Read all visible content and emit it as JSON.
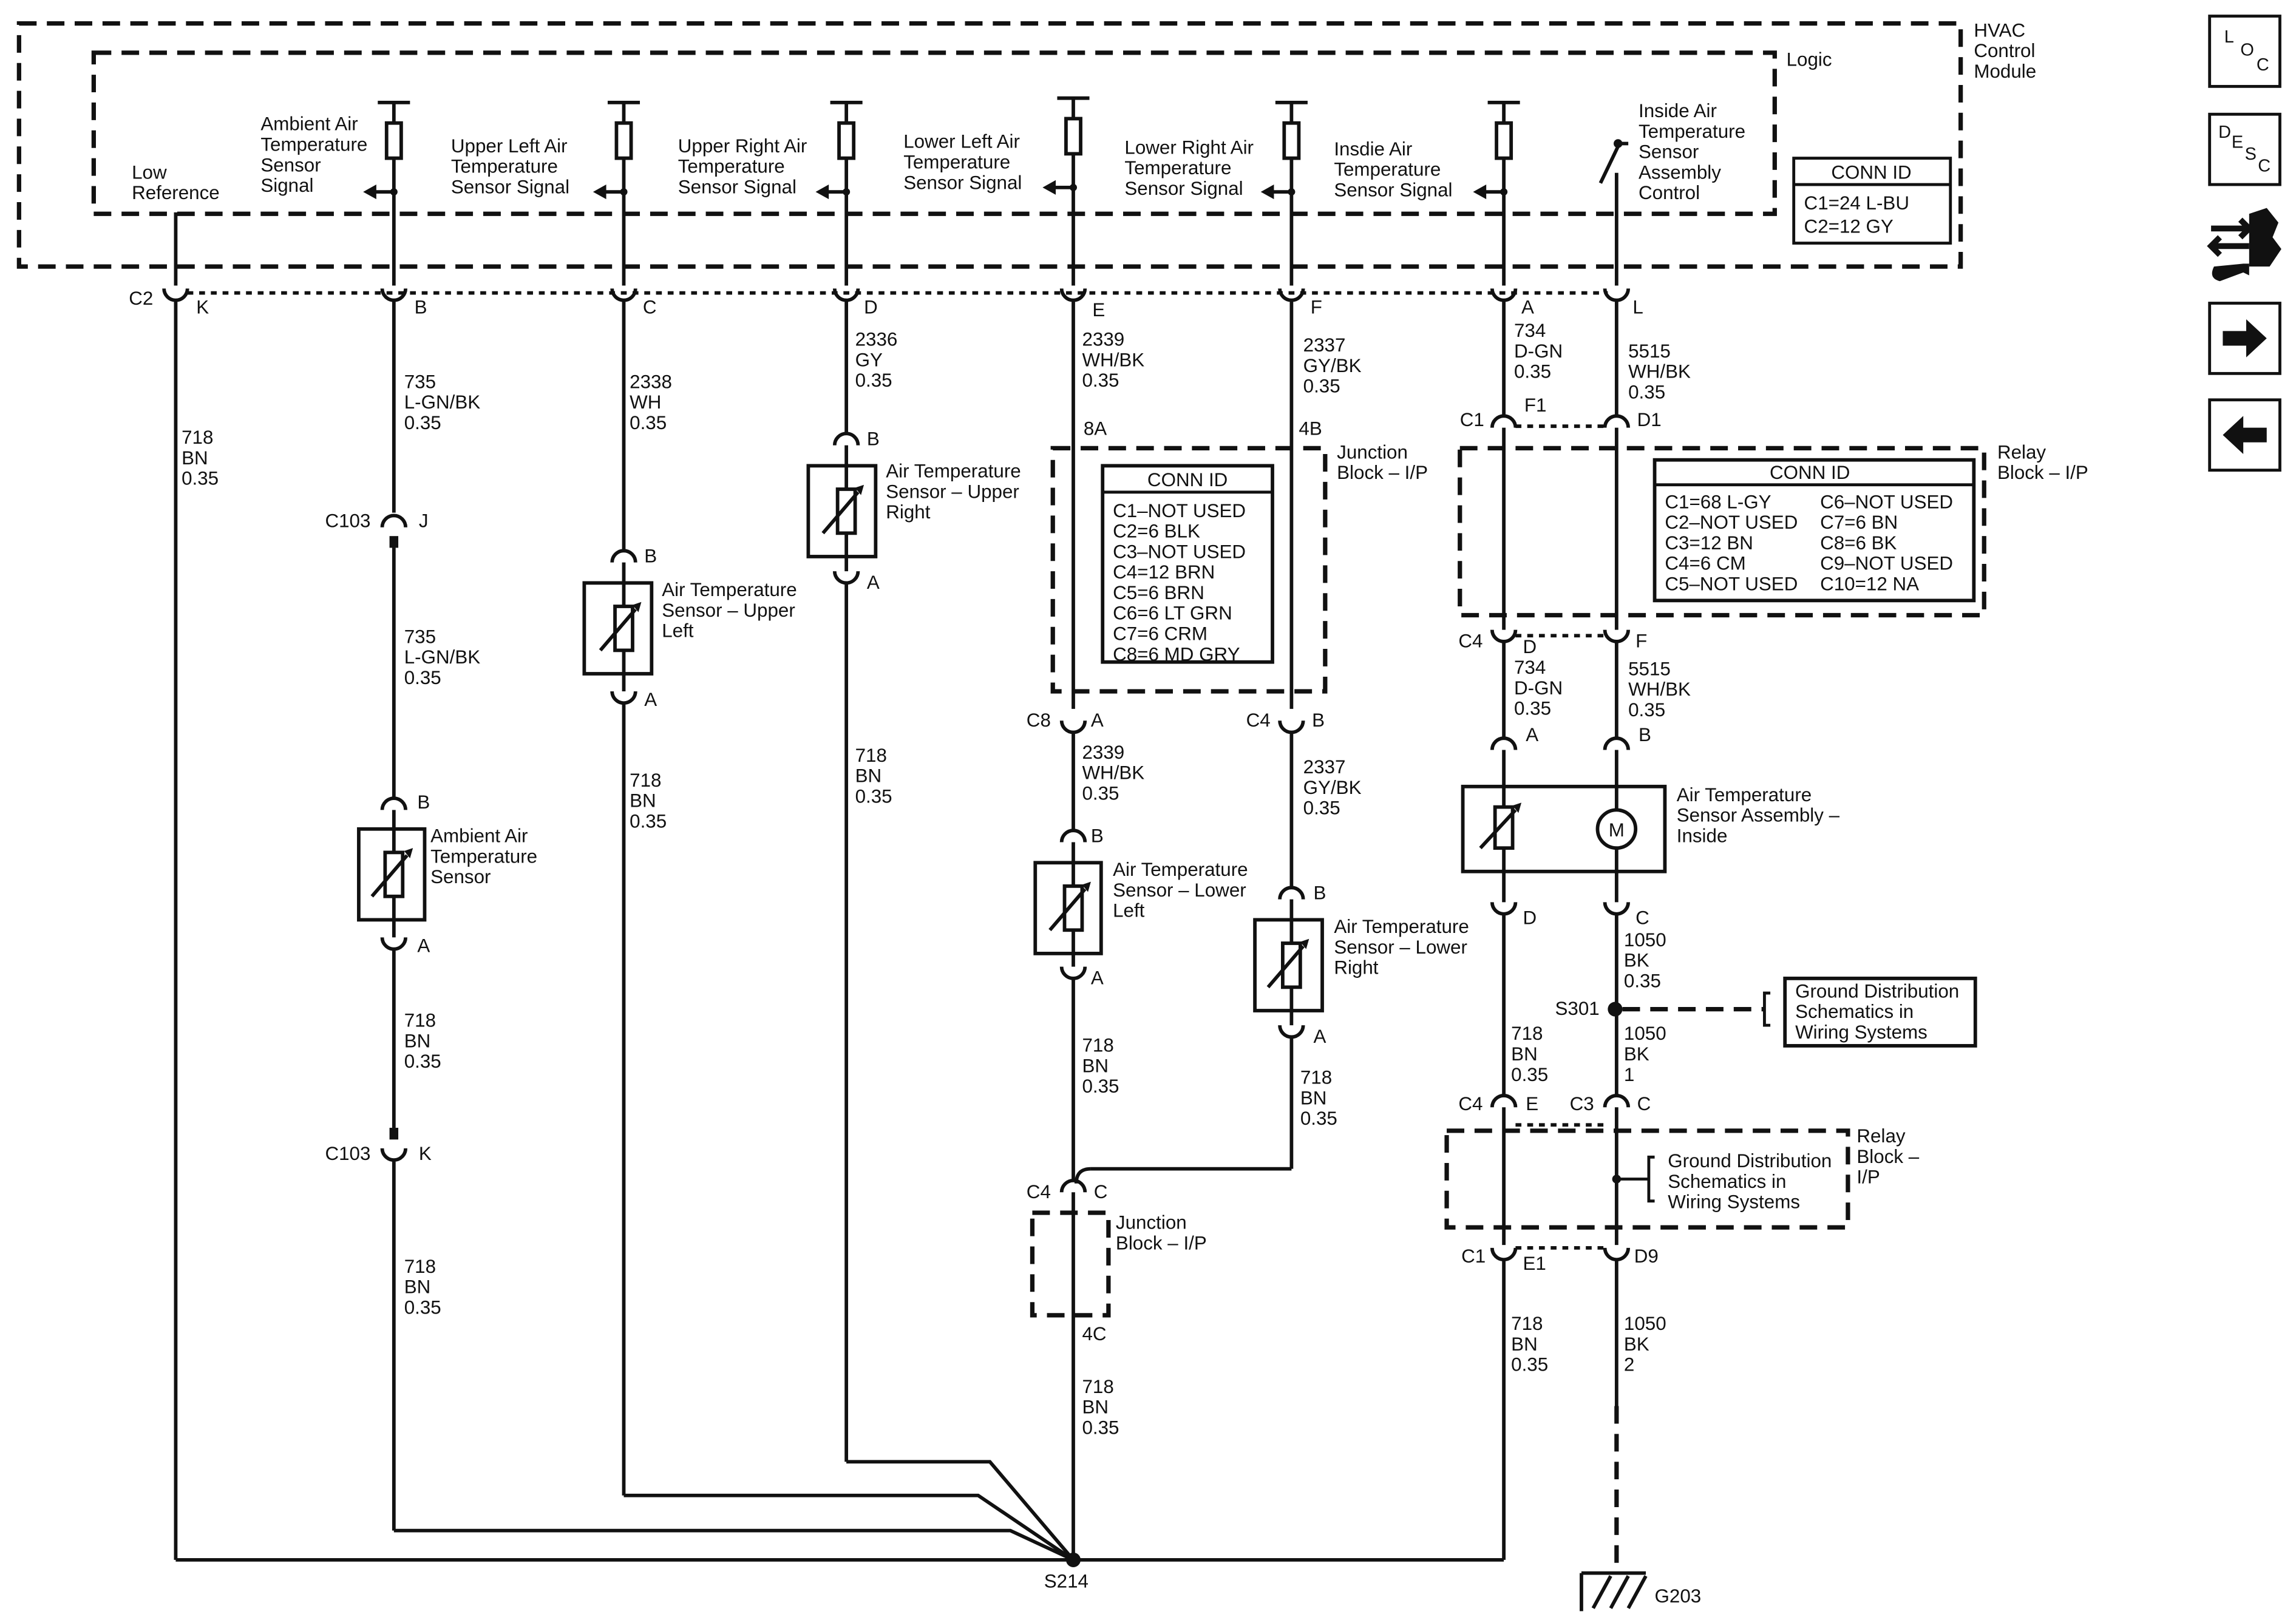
{
  "module": {
    "name": "HVAC Control Module",
    "name_lines": [
      "HVAC",
      "Control",
      "Module"
    ],
    "logic_label": "Logic",
    "conn_id": {
      "title": "CONN ID",
      "lines": [
        "C1=24 L-BU",
        "C2=12 GY"
      ]
    }
  },
  "signals": [
    {
      "id": "low-reference",
      "lines": [
        "Low",
        "Reference"
      ]
    },
    {
      "id": "ambient-air",
      "lines": [
        "Ambient Air",
        "Temperature",
        "Sensor",
        "Signal"
      ]
    },
    {
      "id": "upper-left",
      "lines": [
        "Upper Left Air",
        "Temperature",
        "Sensor Signal"
      ]
    },
    {
      "id": "upper-right",
      "lines": [
        "Upper Right Air",
        "Temperature",
        "Sensor Signal"
      ]
    },
    {
      "id": "lower-left",
      "lines": [
        "Lower Left Air",
        "Temperature",
        "Sensor Signal"
      ]
    },
    {
      "id": "lower-right",
      "lines": [
        "Lower Right Air",
        "Temperature",
        "Sensor Signal"
      ]
    },
    {
      "id": "inside",
      "lines": [
        "Insdie Air",
        "Temperature",
        "Sensor Signal"
      ]
    },
    {
      "id": "inside-control",
      "lines": [
        "Inside Air",
        "Temperature",
        "Sensor",
        "Assembly",
        "Control"
      ]
    }
  ],
  "connector_c2_pins": {
    "c2": "C2",
    "k": "K",
    "b": "B",
    "c": "C",
    "d": "D",
    "e": "E",
    "f": "F",
    "a": "A",
    "l": "L"
  },
  "wires": {
    "w718_bn": [
      "718",
      "BN",
      "0.35"
    ],
    "w735_top": [
      "735",
      "L-GN/BK",
      "0.35"
    ],
    "w735_mid": [
      "735",
      "L-GN/BK",
      "0.35"
    ],
    "w2338": [
      "2338",
      "WH",
      "0.35"
    ],
    "w2336": [
      "2336",
      "GY",
      "0.35"
    ],
    "w2339_top": [
      "2339",
      "WH/BK",
      "0.35"
    ],
    "w2339_mid": [
      "2339",
      "WH/BK",
      "0.35"
    ],
    "w2337_top": [
      "2337",
      "GY/BK",
      "0.35"
    ],
    "w2337_mid": [
      "2337",
      "GY/BK",
      "0.35"
    ],
    "w734_top": [
      "734",
      "D-GN",
      "0.35"
    ],
    "w734_mid": [
      "734",
      "D-GN",
      "0.35"
    ],
    "w5515_top": [
      "5515",
      "WH/BK",
      "0.35"
    ],
    "w5515_mid": [
      "5515",
      "WH/BK",
      "0.35"
    ],
    "w718_ambient_a": [
      "718",
      "BN",
      "0.35"
    ],
    "w718_ambient_b": [
      "718",
      "BN",
      "0.35"
    ],
    "w718_upper_left": [
      "718",
      "BN",
      "0.35"
    ],
    "w718_upper_right": [
      "718",
      "BN",
      "0.35"
    ],
    "w718_lower_left": [
      "718",
      "BN",
      "0.35"
    ],
    "w718_lower_right": [
      "718",
      "BN",
      "0.35"
    ],
    "w718_jb": [
      "718",
      "BN",
      "0.35"
    ],
    "w718_inside_a": [
      "718",
      "BN",
      "0.35"
    ],
    "w718_inside_b": [
      "718",
      "BN",
      "0.35"
    ],
    "w1050_a": [
      "1050",
      "BK",
      "0.35"
    ],
    "w1050_b": [
      "1050",
      "BK",
      "1"
    ],
    "w1050_c": [
      "1050",
      "BK",
      "2"
    ]
  },
  "connectors": {
    "c103_j": {
      "name": "C103",
      "pin": "J"
    },
    "c103_k": {
      "name": "C103",
      "pin": "K"
    },
    "jb_8a": "8A",
    "jb_4b": "4B",
    "c8_a": {
      "name": "C8",
      "pin": "A"
    },
    "c4_b": {
      "name": "C4",
      "pin": "B"
    },
    "c4_c": {
      "name": "C4",
      "pin": "C"
    },
    "jb_4c": "4C",
    "c1_f1": {
      "name": "C1",
      "pin": "F1"
    },
    "d1": "D1",
    "c4_d": {
      "name": "C4",
      "pin": "D"
    },
    "f_pin": "F",
    "c4_e": {
      "name": "C4",
      "pin": "E"
    },
    "c3_c": {
      "name": "C3",
      "pin": "C"
    },
    "c1_e1": {
      "name": "C1",
      "pin": "E1"
    },
    "d9": "D9"
  },
  "sensors": {
    "ambient": {
      "lines": [
        "Ambient Air",
        "Temperature",
        "Sensor"
      ],
      "pin_top": "B",
      "pin_bottom": "A"
    },
    "upper_left": {
      "lines": [
        "Air Temperature",
        "Sensor – Upper",
        "Left"
      ],
      "pin_top": "B",
      "pin_bottom": "A"
    },
    "upper_right": {
      "lines": [
        "Air Temperature",
        "Sensor – Upper",
        "Right"
      ],
      "pin_top": "B",
      "pin_bottom": "A"
    },
    "lower_left": {
      "lines": [
        "Air Temperature",
        "Sensor – Lower",
        "Left"
      ],
      "pin_top": "B",
      "pin_bottom": "A"
    },
    "lower_right": {
      "lines": [
        "Air Temperature",
        "Sensor – Lower",
        "Right"
      ],
      "pin_top": "B",
      "pin_bottom": "A"
    },
    "inside": {
      "lines": [
        "Air Temperature",
        "Sensor Assembly –",
        "Inside"
      ],
      "pins": [
        "A",
        "B",
        "D",
        "C"
      ],
      "motor": "M"
    }
  },
  "junction_block": {
    "name_lines": [
      "Junction",
      "Block – I/P"
    ],
    "conn_id_title": "CONN ID",
    "conn_id_lines": [
      "C1–NOT USED",
      "C2=6 BLK",
      "C3–NOT USED",
      "C4=12 BRN",
      "C5=6 BRN",
      "C6=6 LT GRN",
      "C7=6 CRM",
      "C8=6 MD GRY"
    ]
  },
  "junction_block_lower": {
    "name_lines": [
      "Junction",
      "Block – I/P"
    ]
  },
  "relay_block": {
    "name_lines": [
      "Relay",
      "Block – I/P"
    ],
    "conn_id_title": "CONN ID",
    "col1": [
      "C1=68 L-GY",
      "C2–NOT USED",
      "C3=12 BN",
      "C4=6 CM",
      "C5–NOT USED"
    ],
    "col2": [
      "C6–NOT USED",
      "C7=6 BN",
      "C8=6 BK",
      "C9–NOT USED",
      "C10=12 NA"
    ]
  },
  "relay_block_lower": {
    "name_lines": [
      "Relay",
      "Block –",
      "I/P"
    ]
  },
  "ground_refs": {
    "upper": [
      "Ground Distribution",
      "Schematics in",
      "Wiring Systems"
    ],
    "lower": [
      "Ground Distribution",
      "Schematics in",
      "Wiring Systems"
    ]
  },
  "splices": {
    "s214": "S214",
    "s301": "S301"
  },
  "ground": {
    "g203": "G203"
  },
  "nav": {
    "loc": [
      "L",
      "O",
      "C"
    ],
    "desc": [
      "D",
      "E",
      "S",
      "C"
    ]
  }
}
